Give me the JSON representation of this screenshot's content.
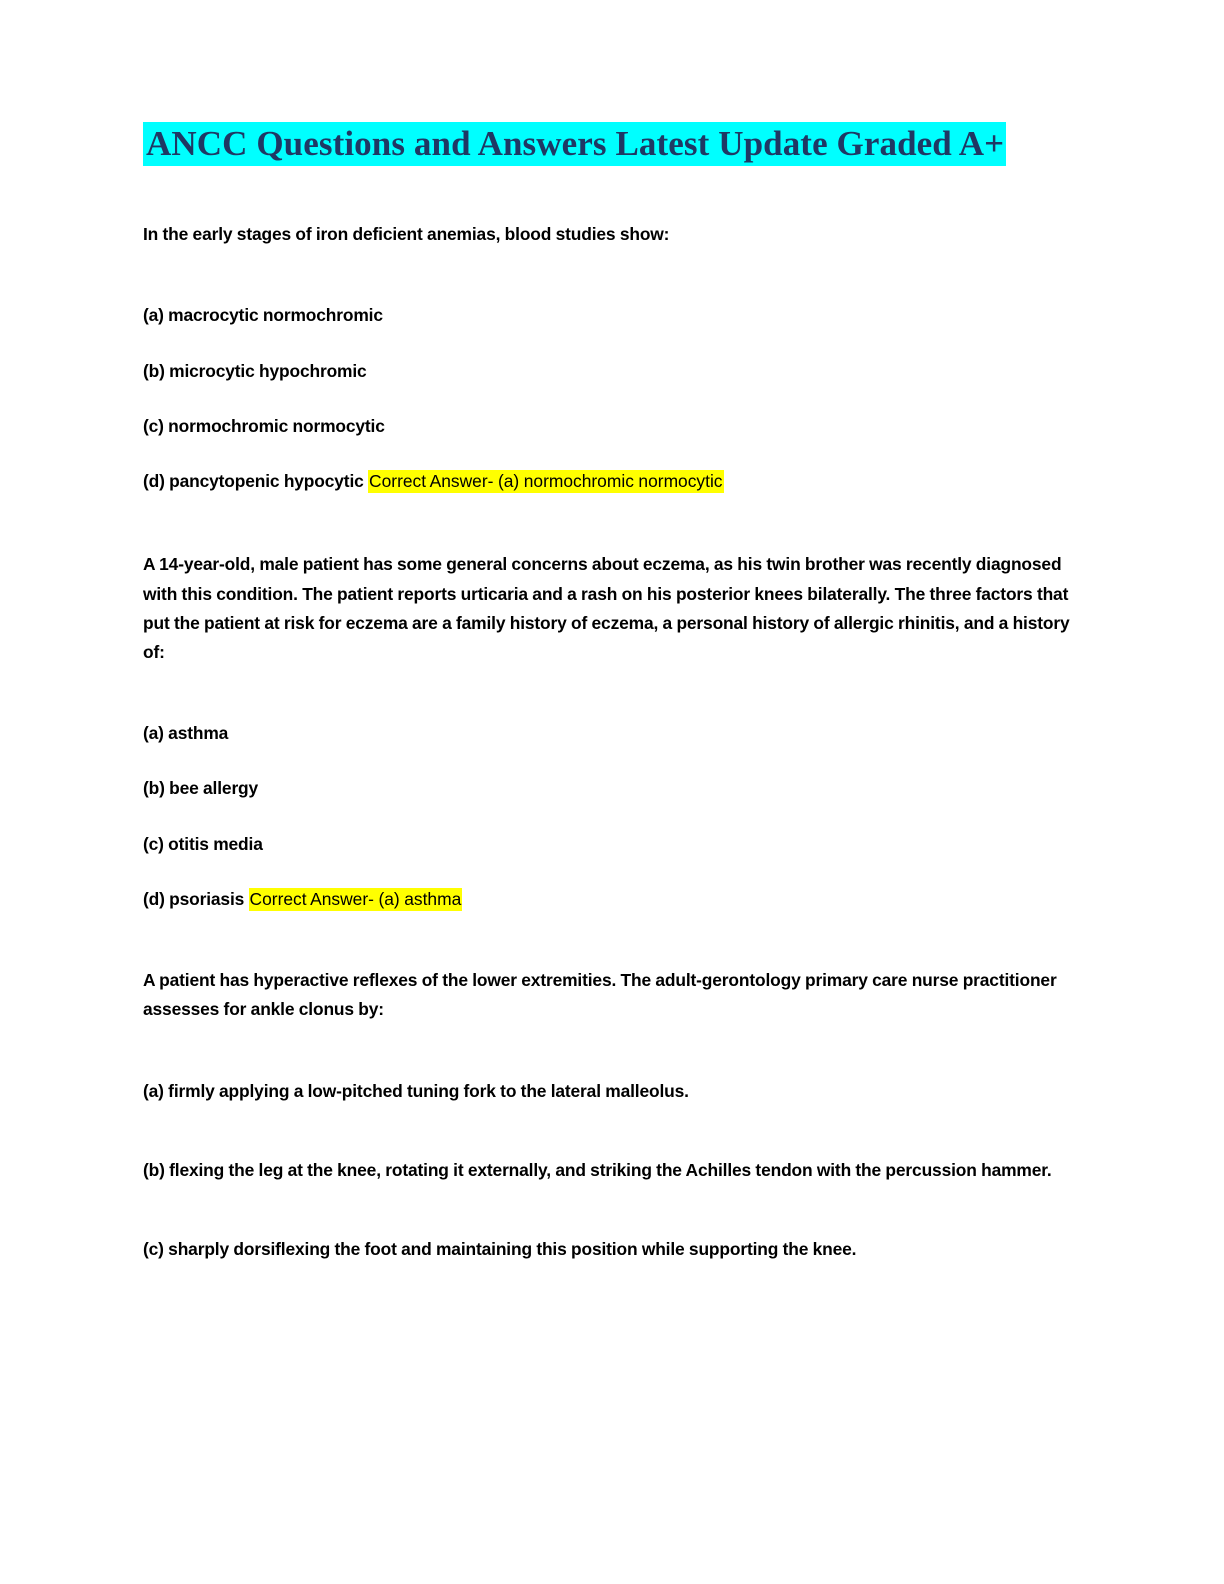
{
  "document": {
    "title": "ANCC Questions and Answers Latest Update Graded A+",
    "title_highlight_color": "#00FFFF",
    "title_text_color": "#1F3864",
    "answer_highlight_color": "#FFFF00",
    "page_background": "#FFFFFF",
    "body_text_color": "#000000"
  },
  "questions": [
    {
      "stem": "In the early stages of iron deficient anemias, blood studies show:",
      "options": [
        {
          "label": "(a) macrocytic normochromic"
        },
        {
          "label": "(b) microcytic hypochromic"
        },
        {
          "label": "(c) normochromic normocytic"
        },
        {
          "label": "(d) pancytopenic hypocytic"
        }
      ],
      "answer": "Correct Answer- (a) normochromic normocytic"
    },
    {
      "stem": "A 14-year-old, male patient has some general concerns about eczema, as his twin brother was recently diagnosed with this condition. The patient reports urticaria and a rash on his posterior knees bilaterally. The three factors that put the patient at risk for eczema are a family history of eczema, a personal history of allergic rhinitis, and a history of:",
      "options": [
        {
          "label": "(a) asthma"
        },
        {
          "label": "(b) bee allergy"
        },
        {
          "label": "(c) otitis media"
        },
        {
          "label": "(d) psoriasis"
        }
      ],
      "answer": "Correct Answer- (a) asthma"
    },
    {
      "stem": "A patient has hyperactive reflexes of the lower extremities. The adult-gerontology primary care nurse practitioner assesses for ankle clonus by:",
      "options": [
        {
          "label": "(a) firmly applying a low-pitched tuning fork to the lateral malleolus."
        },
        {
          "label": "(b) flexing the leg at the knee, rotating it externally, and striking the Achilles tendon with the percussion hammer."
        },
        {
          "label": "(c) sharply dorsiflexing the foot and maintaining this position while supporting the knee."
        }
      ],
      "answer": ""
    }
  ]
}
